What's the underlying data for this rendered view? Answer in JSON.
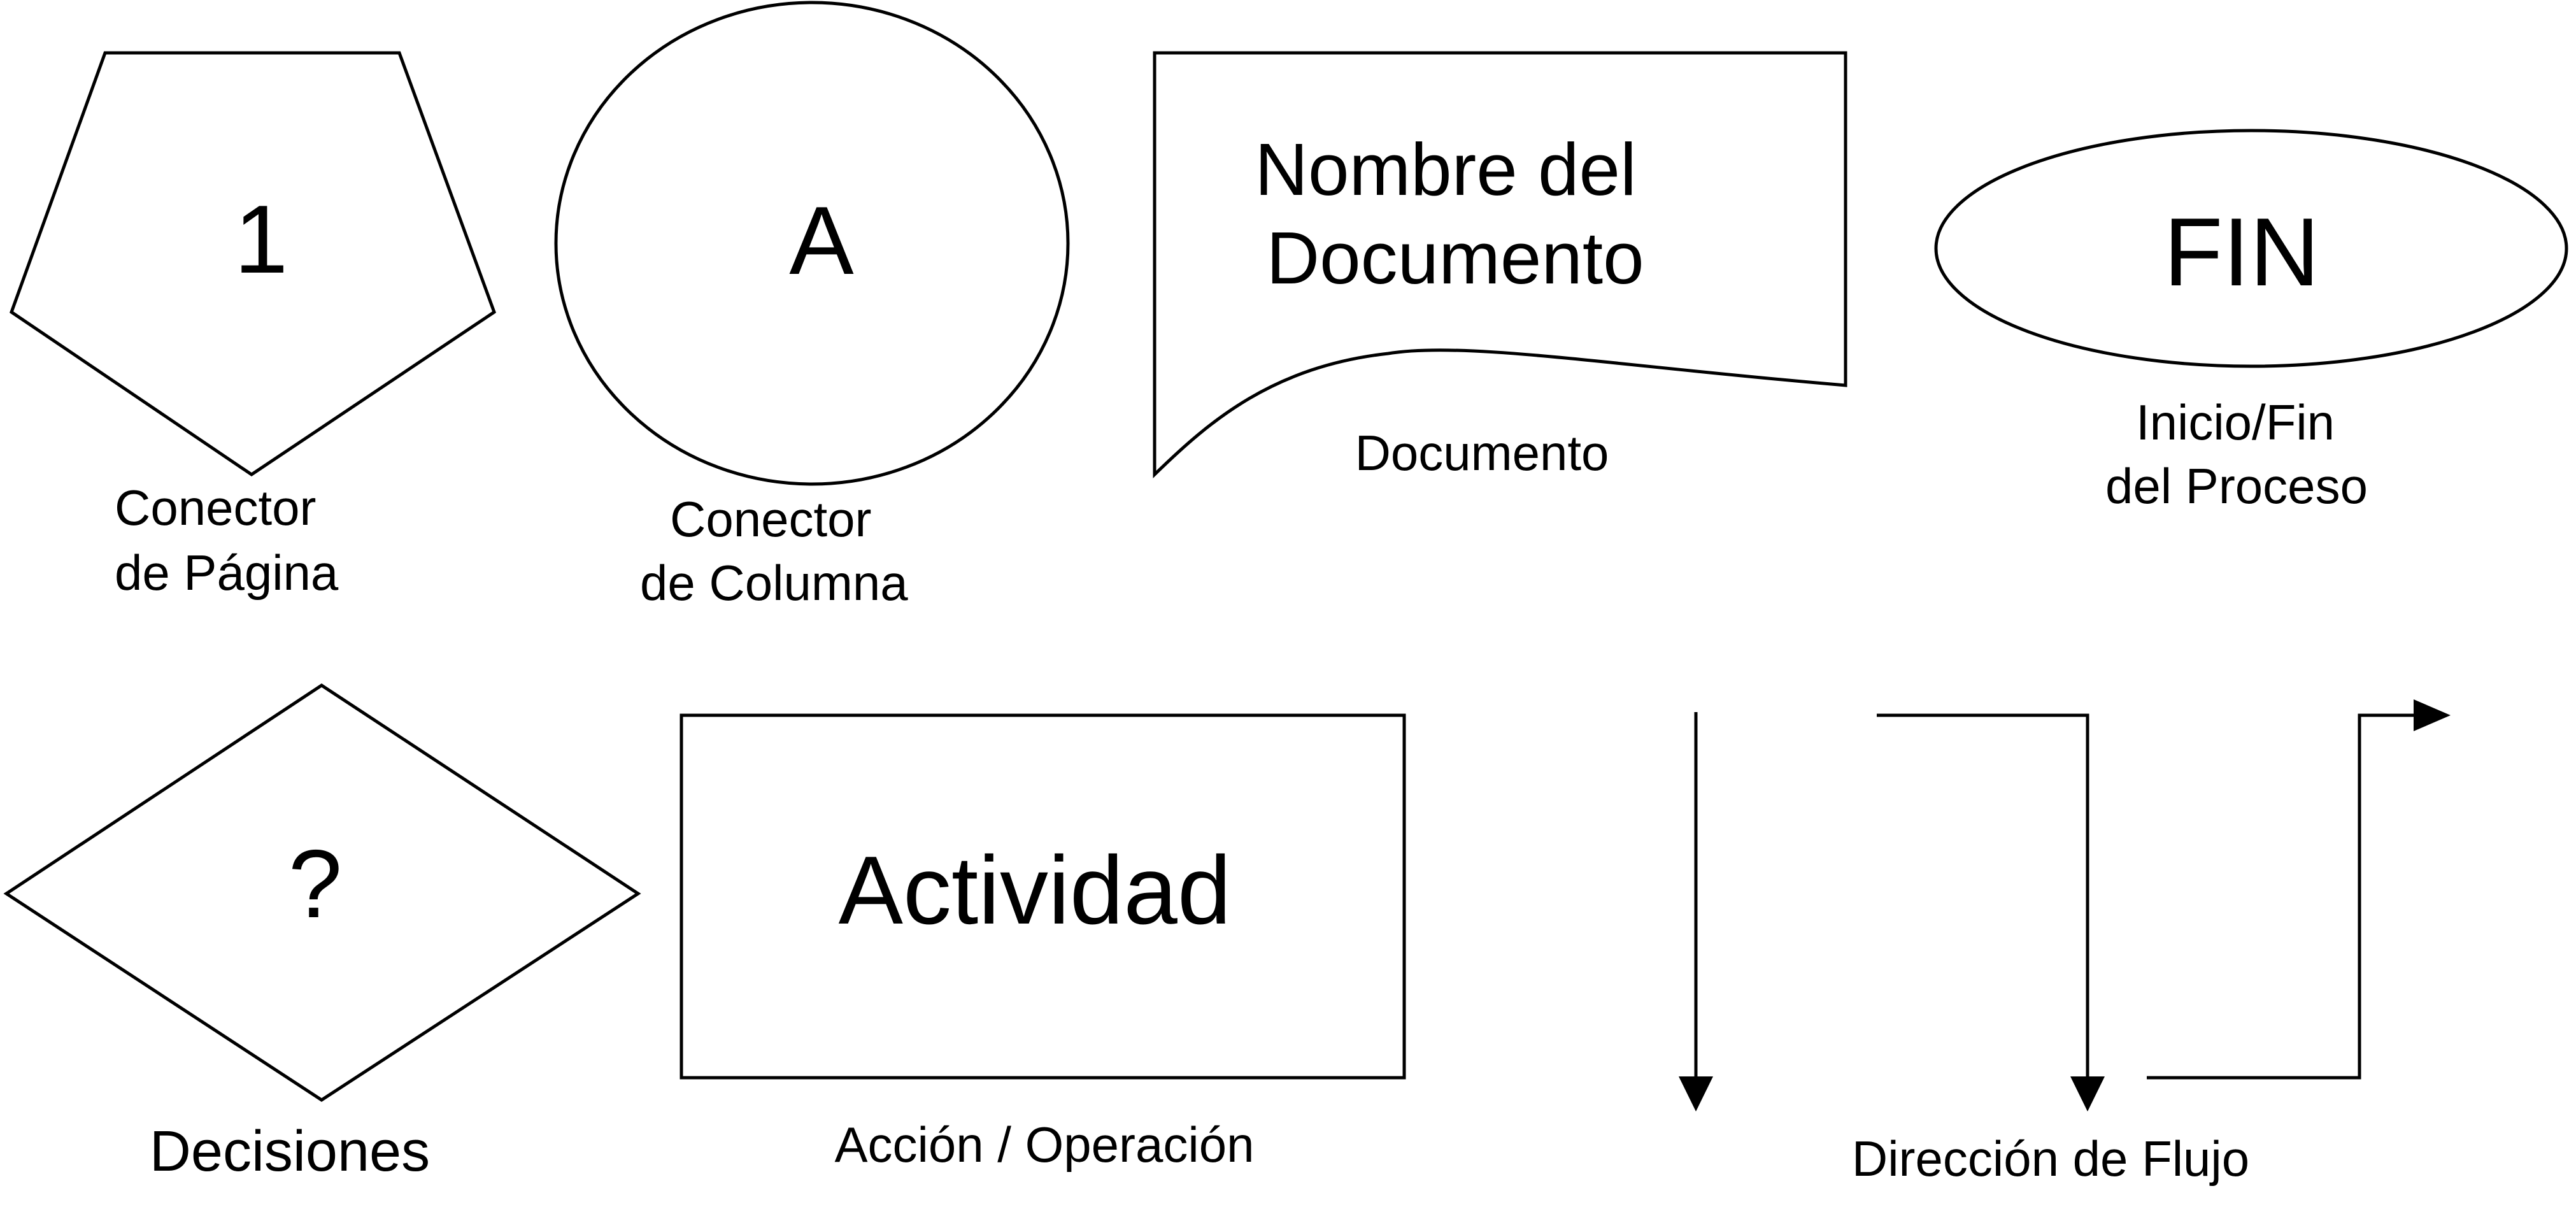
{
  "symbols": {
    "page_connector": {
      "symbol": "1",
      "caption_line1": "Conector",
      "caption_line2": "de Página"
    },
    "column_connector": {
      "symbol": "A",
      "caption_line1": "Conector",
      "caption_line2": "de Columna"
    },
    "document": {
      "text_line1": "Nombre del",
      "text_line2": "Documento",
      "caption": "Documento"
    },
    "terminator": {
      "symbol": "FIN",
      "caption_line1": "Inicio/Fin",
      "caption_line2": "del Proceso"
    },
    "decision": {
      "symbol": "?",
      "caption": "Decisiones"
    },
    "activity": {
      "symbol": "Actividad",
      "caption": "Acción / Operación"
    },
    "flow_direction": {
      "caption": "Dirección de Flujo"
    }
  }
}
